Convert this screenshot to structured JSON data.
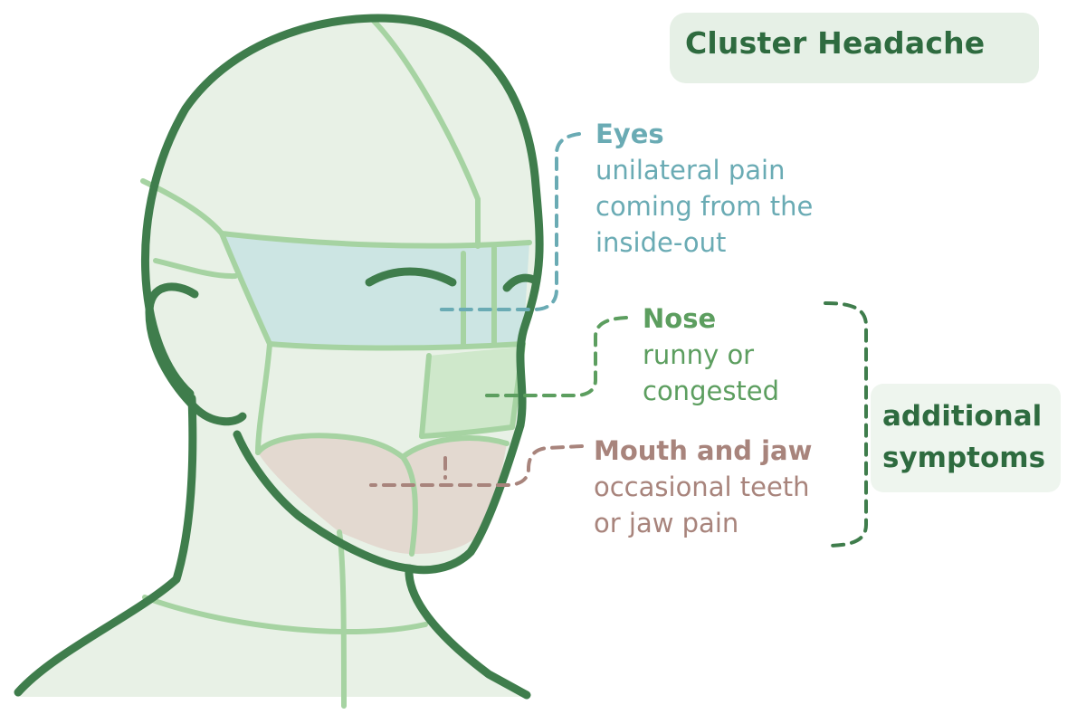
{
  "title": "Cluster Headache",
  "colors": {
    "outline": "#3f7d4c",
    "skin": "#e8f1e6",
    "segment_lines": "#a6d3a2",
    "eyes": "#6aabb4",
    "eyes_fill": "#cce5e3",
    "nose": "#5c9e5f",
    "nose_fill": "#cfe8cb",
    "mouth": "#a8847c",
    "mouth_fill": "#e3d9d0",
    "title_bg": "#e6f0e6",
    "title_text": "#2e6b3f"
  },
  "regions": {
    "eyes": {
      "heading": "Eyes",
      "lines": [
        "unilateral pain",
        "coming from the",
        "inside-out"
      ]
    },
    "nose": {
      "heading": "Nose",
      "lines": [
        "runny or",
        "congested"
      ]
    },
    "mouth": {
      "heading": "Mouth and jaw",
      "lines": [
        "occasional teeth",
        "or jaw pain"
      ]
    }
  },
  "bracket_label": {
    "lines": [
      "additional",
      "symptoms"
    ]
  }
}
